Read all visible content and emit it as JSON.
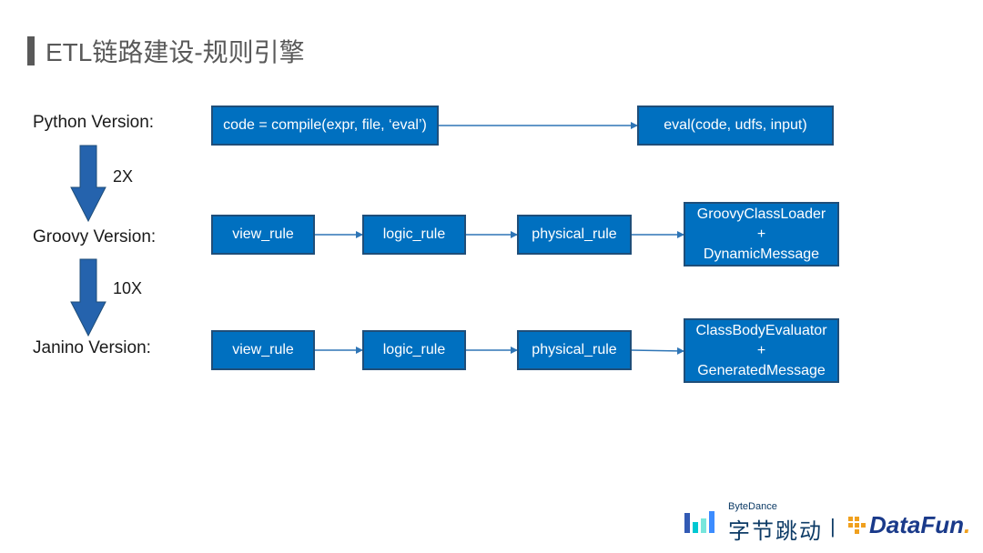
{
  "title": "ETL链路建设-规则引擎",
  "versions": {
    "python": "Python Version:",
    "groovy": "Groovy Version:",
    "janino": "Janino Version:"
  },
  "speedups": {
    "python_to_groovy": "2X",
    "groovy_to_janino": "10X"
  },
  "python_row": {
    "compile": "code = compile(expr, file, ‘eval’)",
    "eval": "eval(code, udfs, input)"
  },
  "groovy_row": {
    "view_rule": "view_rule",
    "logic_rule": "logic_rule",
    "physical_rule": "physical_rule",
    "loader": [
      "GroovyClassLoader",
      "+",
      "DynamicMessage"
    ]
  },
  "janino_row": {
    "view_rule": "view_rule",
    "logic_rule": "logic_rule",
    "physical_rule": "physical_rule",
    "evaluator": [
      "ClassBodyEvaluator",
      "+",
      "GeneratedMessage"
    ]
  },
  "logos": {
    "bytedance_en": "ByteDance",
    "bytedance_cn": "字节跳动",
    "separator": "|",
    "datafun_main": "DataFun",
    "datafun_dot": "."
  },
  "colors": {
    "box_fill": "#0070c0",
    "box_border": "#1f4e79",
    "arrow": "#2e75b6",
    "big_arrow": "#2563ad",
    "title": "#595959"
  }
}
